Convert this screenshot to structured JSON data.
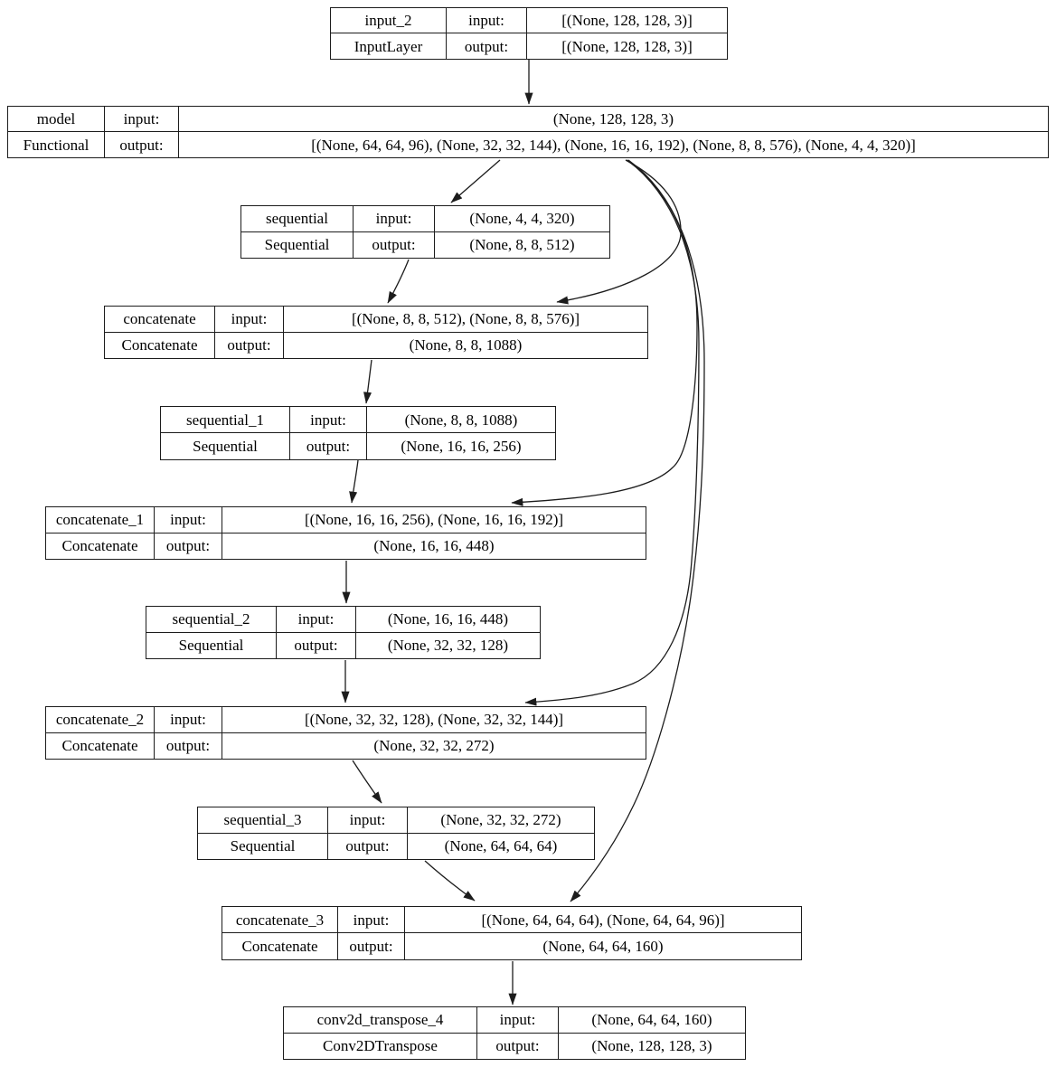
{
  "diagram": {
    "kind": "keras-model-architecture-graph",
    "colors": {
      "stroke": "#1c1c1c",
      "background": "#ffffff",
      "text": "#000000"
    },
    "labels": {
      "input": "input:",
      "output": "output:"
    },
    "nodes": [
      {
        "name": "input_2",
        "class": "InputLayer",
        "input": "[(None, 128, 128, 3)]",
        "output": "[(None, 128, 128, 3)]"
      },
      {
        "name": "model",
        "class": "Functional",
        "input": "(None, 128, 128, 3)",
        "output": "[(None, 64, 64, 96), (None, 32, 32, 144), (None, 16, 16, 192), (None, 8, 8, 576), (None, 4, 4, 320)]"
      },
      {
        "name": "sequential",
        "class": "Sequential",
        "input": "(None, 4, 4, 320)",
        "output": "(None, 8, 8, 512)"
      },
      {
        "name": "concatenate",
        "class": "Concatenate",
        "input": "[(None, 8, 8, 512), (None, 8, 8, 576)]",
        "output": "(None, 8, 8, 1088)"
      },
      {
        "name": "sequential_1",
        "class": "Sequential",
        "input": "(None, 8, 8, 1088)",
        "output": "(None, 16, 16, 256)"
      },
      {
        "name": "concatenate_1",
        "class": "Concatenate",
        "input": "[(None, 16, 16, 256), (None, 16, 16, 192)]",
        "output": "(None, 16, 16, 448)"
      },
      {
        "name": "sequential_2",
        "class": "Sequential",
        "input": "(None, 16, 16, 448)",
        "output": "(None, 32, 32, 128)"
      },
      {
        "name": "concatenate_2",
        "class": "Concatenate",
        "input": "[(None, 32, 32, 128), (None, 32, 32, 144)]",
        "output": "(None, 32, 32, 272)"
      },
      {
        "name": "sequential_3",
        "class": "Sequential",
        "input": "(None, 32, 32, 272)",
        "output": "(None, 64, 64, 64)"
      },
      {
        "name": "concatenate_3",
        "class": "Concatenate",
        "input": "[(None, 64, 64, 64), (None, 64, 64, 96)]",
        "output": "(None, 64, 64, 160)"
      },
      {
        "name": "conv2d_transpose_4",
        "class": "Conv2DTranspose",
        "input": "(None, 64, 64, 160)",
        "output": "(None, 128, 128, 3)"
      }
    ],
    "edges": [
      {
        "from": "input_2",
        "to": "model"
      },
      {
        "from": "model",
        "to": "sequential"
      },
      {
        "from": "model",
        "to": "concatenate"
      },
      {
        "from": "sequential",
        "to": "concatenate"
      },
      {
        "from": "concatenate",
        "to": "sequential_1"
      },
      {
        "from": "model",
        "to": "concatenate_1"
      },
      {
        "from": "sequential_1",
        "to": "concatenate_1"
      },
      {
        "from": "concatenate_1",
        "to": "sequential_2"
      },
      {
        "from": "model",
        "to": "concatenate_2"
      },
      {
        "from": "sequential_2",
        "to": "concatenate_2"
      },
      {
        "from": "concatenate_2",
        "to": "sequential_3"
      },
      {
        "from": "model",
        "to": "concatenate_3"
      },
      {
        "from": "sequential_3",
        "to": "concatenate_3"
      },
      {
        "from": "concatenate_3",
        "to": "conv2d_transpose_4"
      }
    ]
  }
}
